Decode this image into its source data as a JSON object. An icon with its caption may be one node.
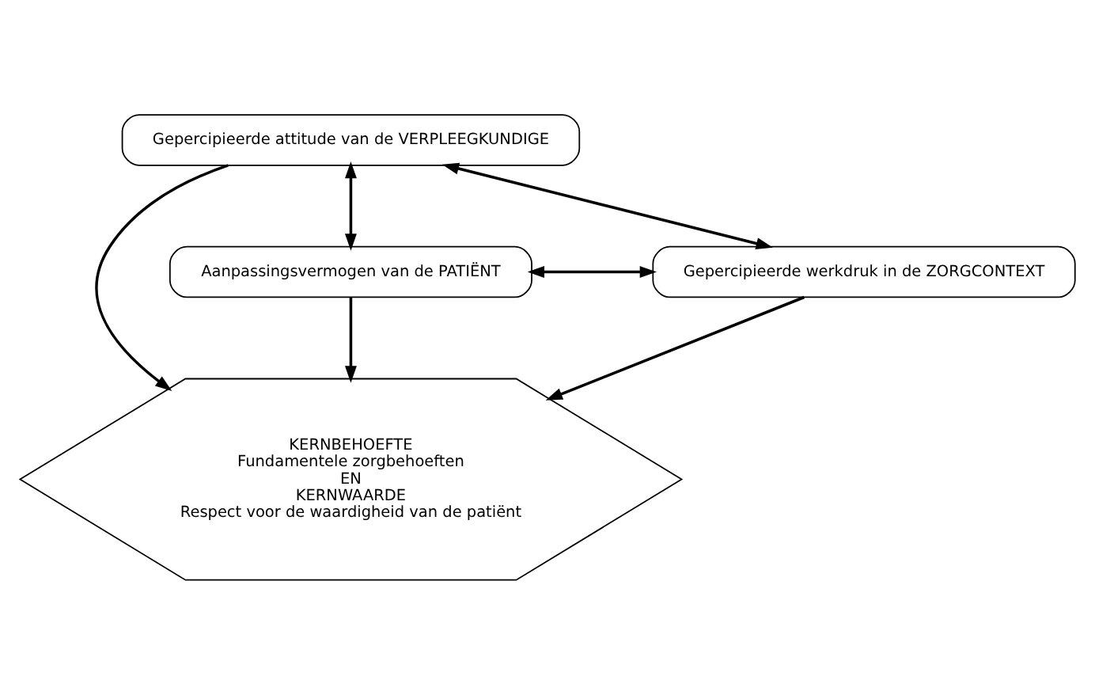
{
  "diagram": {
    "nodes": [
      {
        "text": [
          "Gepercipieerde attitude van de VERPLEEGKUNDIGE"
        ]
      },
      {
        "text": [
          "KERNBEHOEFTE",
          "Fundamentele zorgbehoeften",
          "EN",
          "KERNWAARDE",
          "Respect voor de waardigheid van de patiënt"
        ]
      },
      {
        "text": [
          "Aanpassingsvermogen van de PATIËNT"
        ]
      },
      {
        "text": [
          "Gepercipieerde werkdruk in de ZORGCONTEXT"
        ]
      }
    ],
    "edges": [
      {
        "from": 0,
        "to": 1,
        "arrow": "to"
      },
      {
        "from": 0,
        "to": 2,
        "arrow": "both"
      },
      {
        "from": 0,
        "to": 3,
        "arrow": "both"
      },
      {
        "from": 2,
        "to": 1,
        "arrow": "to"
      },
      {
        "from": 3,
        "to": 1,
        "arrow": "to"
      },
      {
        "from": 2,
        "to": 3,
        "arrow": "both"
      }
    ]
  }
}
